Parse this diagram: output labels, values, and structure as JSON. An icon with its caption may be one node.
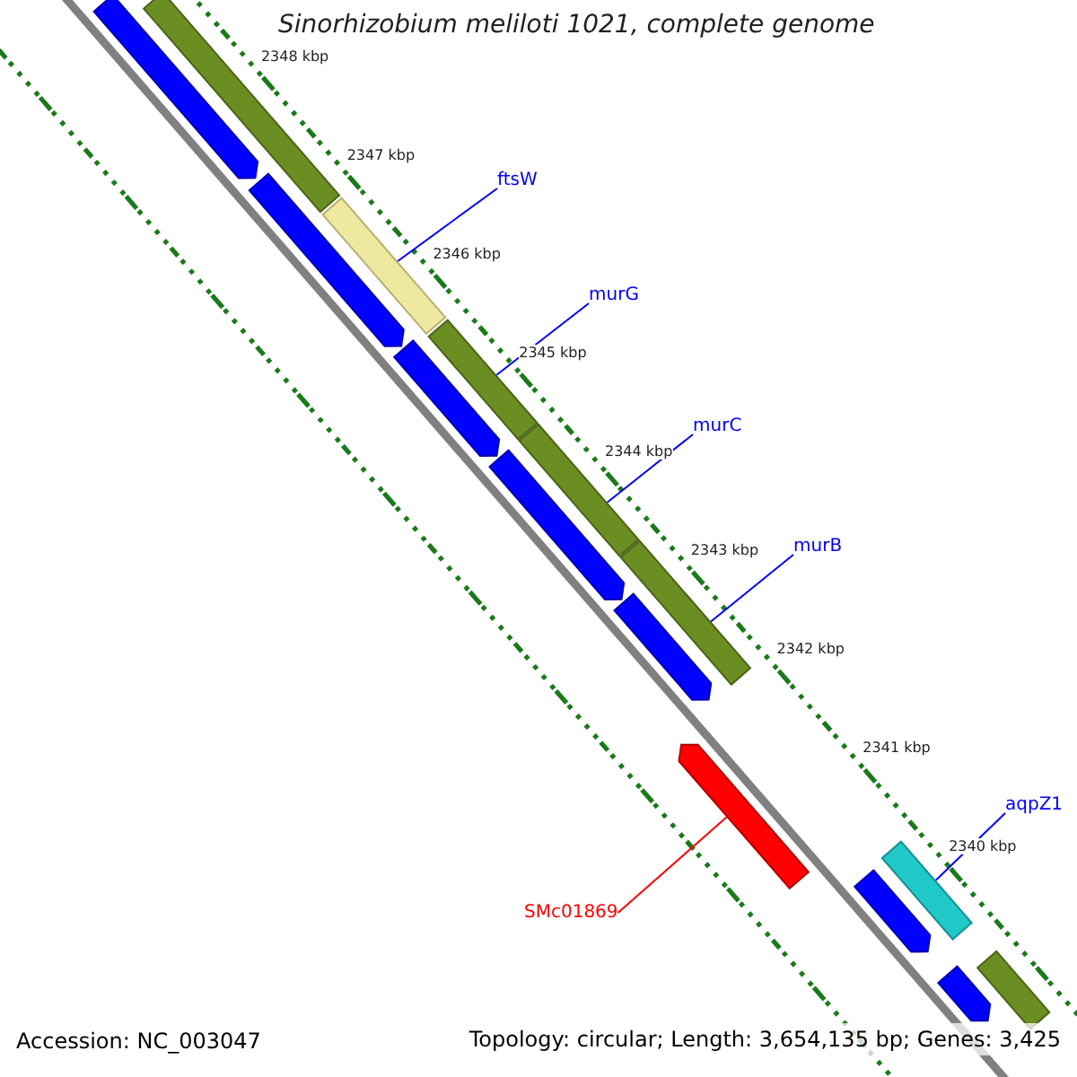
{
  "diagram": {
    "title": "Sinorhizobium meliloti 1021, complete genome",
    "nodes": [
      {
        "text": [
          "ftsW"
        ]
      },
      {
        "text": [
          "murG"
        ]
      },
      {
        "text": [
          "murC"
        ]
      },
      {
        "text": [
          "murB"
        ]
      },
      {
        "text": [
          "aqpZ1"
        ]
      },
      {
        "text": [
          "SMc01869"
        ]
      },
      {
        "text": [],
        "shape": "bar"
      },
      {
        "text": [],
        "shape": "bar"
      },
      {
        "text": [],
        "shape": "bar"
      },
      {
        "text": [],
        "shape": "bar"
      },
      {
        "text": [],
        "shape": "bar"
      },
      {
        "text": [],
        "shape": "bar"
      },
      {
        "text": [],
        "shape": "bar"
      },
      {
        "text": [],
        "shape": "bar"
      },
      {
        "text": [],
        "shape": "bar"
      },
      {
        "text": [],
        "shape": "bar"
      },
      {
        "text": [],
        "shape": "bar"
      },
      {
        "text": [],
        "shape": "bar"
      },
      {
        "text": [],
        "shape": "bar"
      },
      {
        "text": [],
        "shape": "bar"
      },
      {
        "text": [],
        "shape": "bar"
      }
    ],
    "edges": [
      {
        "from": 0,
        "to": 7,
        "arrow": "none"
      },
      {
        "from": 1,
        "to": 8,
        "arrow": "none"
      },
      {
        "from": 2,
        "to": 9,
        "arrow": "none"
      },
      {
        "from": 3,
        "to": 10,
        "arrow": "none"
      },
      {
        "from": 4,
        "to": 12,
        "arrow": "none"
      },
      {
        "from": 5,
        "to": 20,
        "arrow": "none",
        "color": "#ff0000"
      }
    ],
    "labels": [
      "2348 kbp",
      "2347 kbp",
      "2346 kbp",
      "2345 kbp",
      "2344 kbp",
      "2343 kbp",
      "2342 kbp",
      "2341 kbp",
      "2340 kbp",
      "Accession: NC_003047",
      "Topology: circular; Length: 3,654,135 bp; Genes: 3,425"
    ]
  }
}
